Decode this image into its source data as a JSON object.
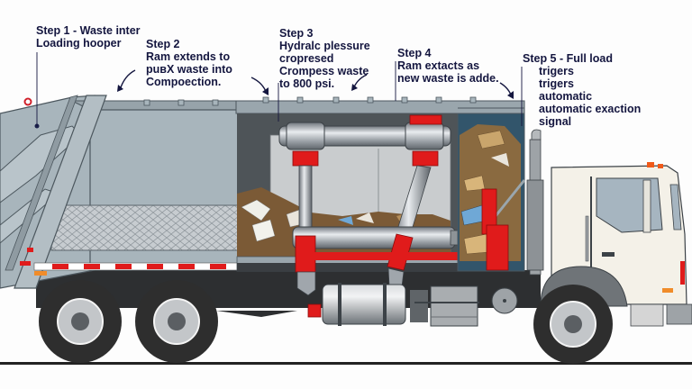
{
  "diagram": {
    "subject": "Garbage compactor truck cutaway",
    "colors": {
      "text": "#14163f",
      "body": "#a7b3ba",
      "body_dark": "#7f8b92",
      "hydraulic_red": "#e01b1b",
      "pipe": "#9ea3aa",
      "cab": "#f4f1e8",
      "tire": "#2e2e2e",
      "inner_bg": "#c9ccce"
    },
    "steps": [
      {
        "title": "Step 1 - Waste inter",
        "lines": [
          "Loading hooper"
        ]
      },
      {
        "title": "Step 2",
        "lines": [
          "Ram extends to",
          "puвX waste into",
          "Compoection."
        ]
      },
      {
        "title": "Step 3",
        "lines": [
          "Hydralc plessure",
          "cropresed",
          "Crompess waste",
          "to 800 psi."
        ]
      },
      {
        "title": "Step 4",
        "lines": [
          "Ram extacts as",
          "new waste is adde."
        ]
      },
      {
        "title": "Step 5 - Full load",
        "lines": [
          "trigers",
          "trigers",
          "automatic",
          "automatic exaction",
          "signal"
        ]
      }
    ],
    "parts": [
      "loading-hopper",
      "packer-body",
      "hydraulic-ram",
      "waste-chamber",
      "hydraulic-cylinder",
      "fuel-tank",
      "battery-box",
      "exhaust-stack",
      "cab",
      "rear-wheels",
      "front-wheel"
    ]
  }
}
